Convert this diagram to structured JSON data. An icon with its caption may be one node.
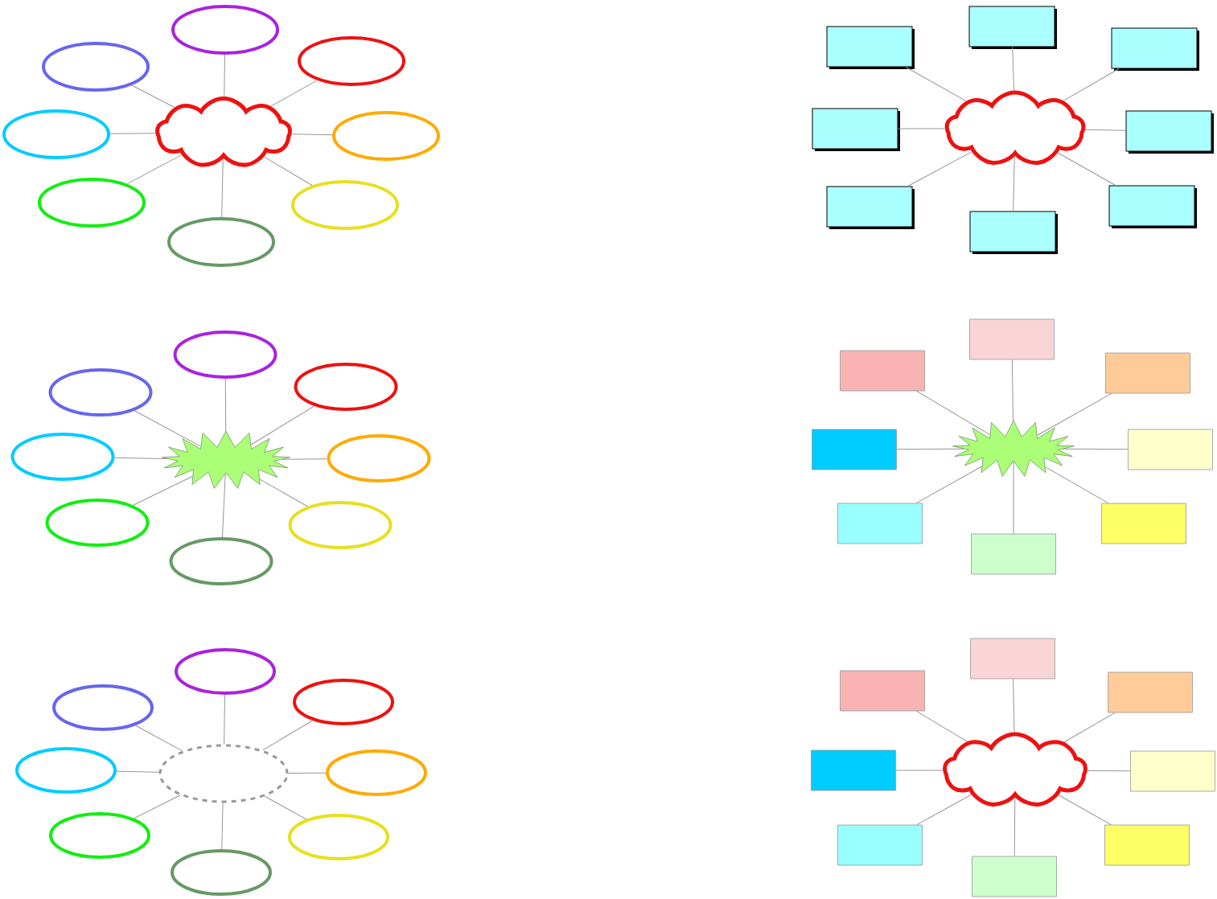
{
  "diagram": {
    "nodes": [
      {
        "text": [],
        "shape": "cloud"
      },
      {
        "text": [],
        "shape": "ellipse"
      },
      {
        "text": [],
        "shape": "ellipse"
      },
      {
        "text": [],
        "shape": "ellipse"
      },
      {
        "text": [],
        "shape": "ellipse"
      },
      {
        "text": [],
        "shape": "ellipse"
      },
      {
        "text": [],
        "shape": "ellipse"
      },
      {
        "text": [],
        "shape": "ellipse"
      },
      {
        "text": [],
        "shape": "ellipse"
      },
      {
        "text": [],
        "shape": "cloud"
      },
      {
        "text": [],
        "shape": "box"
      },
      {
        "text": [],
        "shape": "box"
      },
      {
        "text": [],
        "shape": "box"
      },
      {
        "text": [],
        "shape": "box"
      },
      {
        "text": [],
        "shape": "box"
      },
      {
        "text": [],
        "shape": "box"
      },
      {
        "text": [],
        "shape": "box"
      },
      {
        "text": [],
        "shape": "box"
      },
      {
        "text": [],
        "shape": "starburst"
      },
      {
        "text": [],
        "shape": "ellipse"
      },
      {
        "text": [],
        "shape": "ellipse"
      },
      {
        "text": [],
        "shape": "ellipse"
      },
      {
        "text": [],
        "shape": "ellipse"
      },
      {
        "text": [],
        "shape": "ellipse"
      },
      {
        "text": [],
        "shape": "ellipse"
      },
      {
        "text": [],
        "shape": "ellipse"
      },
      {
        "text": [],
        "shape": "ellipse"
      },
      {
        "text": [],
        "shape": "starburst"
      },
      {
        "text": [],
        "shape": "box"
      },
      {
        "text": [],
        "shape": "box"
      },
      {
        "text": [],
        "shape": "box"
      },
      {
        "text": [],
        "shape": "box"
      },
      {
        "text": [],
        "shape": "box"
      },
      {
        "text": [],
        "shape": "box"
      },
      {
        "text": [],
        "shape": "box"
      },
      {
        "text": [],
        "shape": "box"
      },
      {
        "text": [],
        "shape": "ellipse"
      },
      {
        "text": [],
        "shape": "ellipse"
      },
      {
        "text": [],
        "shape": "ellipse"
      },
      {
        "text": [],
        "shape": "ellipse"
      },
      {
        "text": [],
        "shape": "ellipse"
      },
      {
        "text": [],
        "shape": "ellipse"
      },
      {
        "text": [],
        "shape": "ellipse"
      },
      {
        "text": [],
        "shape": "ellipse"
      },
      {
        "text": [],
        "shape": "ellipse"
      },
      {
        "text": [],
        "shape": "cloud"
      },
      {
        "text": [],
        "shape": "box"
      },
      {
        "text": [],
        "shape": "box"
      },
      {
        "text": [],
        "shape": "box"
      },
      {
        "text": [],
        "shape": "box"
      },
      {
        "text": [],
        "shape": "box"
      },
      {
        "text": [],
        "shape": "box"
      },
      {
        "text": [],
        "shape": "box"
      },
      {
        "text": [],
        "shape": "box"
      }
    ],
    "edges": [
      {
        "from": 0,
        "to": 1,
        "arrow": "none"
      },
      {
        "from": 0,
        "to": 2,
        "arrow": "none"
      },
      {
        "from": 0,
        "to": 3,
        "arrow": "none"
      },
      {
        "from": 0,
        "to": 4,
        "arrow": "none"
      },
      {
        "from": 0,
        "to": 5,
        "arrow": "none"
      },
      {
        "from": 0,
        "to": 6,
        "arrow": "none"
      },
      {
        "from": 0,
        "to": 7,
        "arrow": "none"
      },
      {
        "from": 0,
        "to": 8,
        "arrow": "none"
      },
      {
        "from": 9,
        "to": 10,
        "arrow": "none"
      },
      {
        "from": 9,
        "to": 11,
        "arrow": "none"
      },
      {
        "from": 9,
        "to": 12,
        "arrow": "none"
      },
      {
        "from": 9,
        "to": 13,
        "arrow": "none"
      },
      {
        "from": 9,
        "to": 14,
        "arrow": "none"
      },
      {
        "from": 9,
        "to": 15,
        "arrow": "none"
      },
      {
        "from": 9,
        "to": 16,
        "arrow": "none"
      },
      {
        "from": 9,
        "to": 17,
        "arrow": "none"
      },
      {
        "from": 18,
        "to": 19,
        "arrow": "none"
      },
      {
        "from": 18,
        "to": 20,
        "arrow": "none"
      },
      {
        "from": 18,
        "to": 21,
        "arrow": "none"
      },
      {
        "from": 18,
        "to": 22,
        "arrow": "none"
      },
      {
        "from": 18,
        "to": 23,
        "arrow": "none"
      },
      {
        "from": 18,
        "to": 24,
        "arrow": "none"
      },
      {
        "from": 18,
        "to": 25,
        "arrow": "none"
      },
      {
        "from": 18,
        "to": 26,
        "arrow": "none"
      },
      {
        "from": 27,
        "to": 28,
        "arrow": "none"
      },
      {
        "from": 27,
        "to": 29,
        "arrow": "none"
      },
      {
        "from": 27,
        "to": 30,
        "arrow": "none"
      },
      {
        "from": 27,
        "to": 31,
        "arrow": "none"
      },
      {
        "from": 27,
        "to": 32,
        "arrow": "none"
      },
      {
        "from": 27,
        "to": 33,
        "arrow": "none"
      },
      {
        "from": 27,
        "to": 34,
        "arrow": "none"
      },
      {
        "from": 27,
        "to": 35,
        "arrow": "none"
      },
      {
        "from": 36,
        "to": 37,
        "arrow": "none"
      },
      {
        "from": 36,
        "to": 38,
        "arrow": "none"
      },
      {
        "from": 36,
        "to": 39,
        "arrow": "none"
      },
      {
        "from": 36,
        "to": 40,
        "arrow": "none"
      },
      {
        "from": 36,
        "to": 41,
        "arrow": "none"
      },
      {
        "from": 36,
        "to": 42,
        "arrow": "none"
      },
      {
        "from": 36,
        "to": 43,
        "arrow": "none"
      },
      {
        "from": 36,
        "to": 44,
        "arrow": "none"
      },
      {
        "from": 45,
        "to": 46,
        "arrow": "none"
      },
      {
        "from": 45,
        "to": 47,
        "arrow": "none"
      },
      {
        "from": 45,
        "to": 48,
        "arrow": "none"
      },
      {
        "from": 45,
        "to": 49,
        "arrow": "none"
      },
      {
        "from": 45,
        "to": 50,
        "arrow": "none"
      },
      {
        "from": 45,
        "to": 51,
        "arrow": "none"
      },
      {
        "from": 45,
        "to": 52,
        "arrow": "none"
      },
      {
        "from": 45,
        "to": 53,
        "arrow": "none"
      }
    ]
  }
}
